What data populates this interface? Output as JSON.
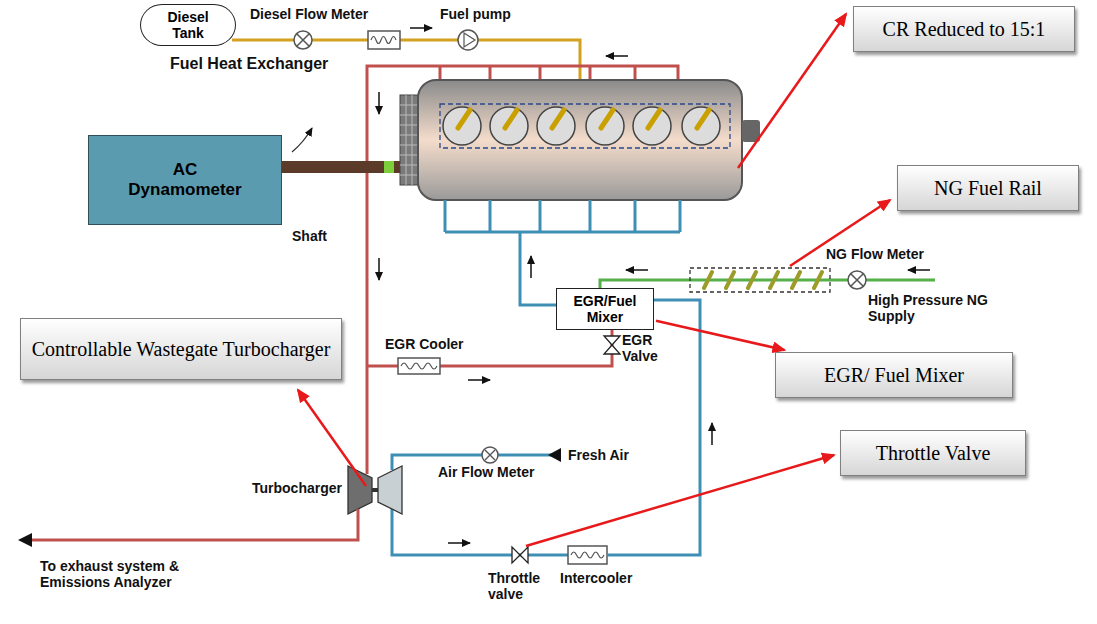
{
  "diagram": {
    "nodes": [
      {
        "text": [
          "Diesel Tank"
        ]
      },
      {
        "text": [
          "CR Reduced to 15:1"
        ]
      },
      {
        "text": [
          "AC Dynamometer"
        ]
      },
      {
        "text": [
          "NG Fuel Rail"
        ]
      },
      {
        "text": [
          "Controllable Wastegate Turbocharger"
        ]
      },
      {
        "text": [
          "EGR/Fuel Mixer"
        ]
      },
      {
        "text": [
          "EGR/ Fuel Mixer"
        ]
      },
      {
        "text": [
          "Throttle Valve"
        ]
      }
    ],
    "edges": [
      {
        "from": 5,
        "to": 6,
        "arrow": "to"
      }
    ],
    "labels": [
      "Diesel Flow Meter",
      "Fuel pump",
      "Fuel Heat Exchanger",
      "Shaft",
      "NG Flow Meter",
      "High Pressure NG Supply",
      "EGR Cooler",
      "EGR Valve",
      "Turbocharger",
      "Fresh Air",
      "Air Flow Meter",
      "To exhaust system & Emissions Analyzer",
      "Throttle valve",
      "Intercooler"
    ]
  }
}
